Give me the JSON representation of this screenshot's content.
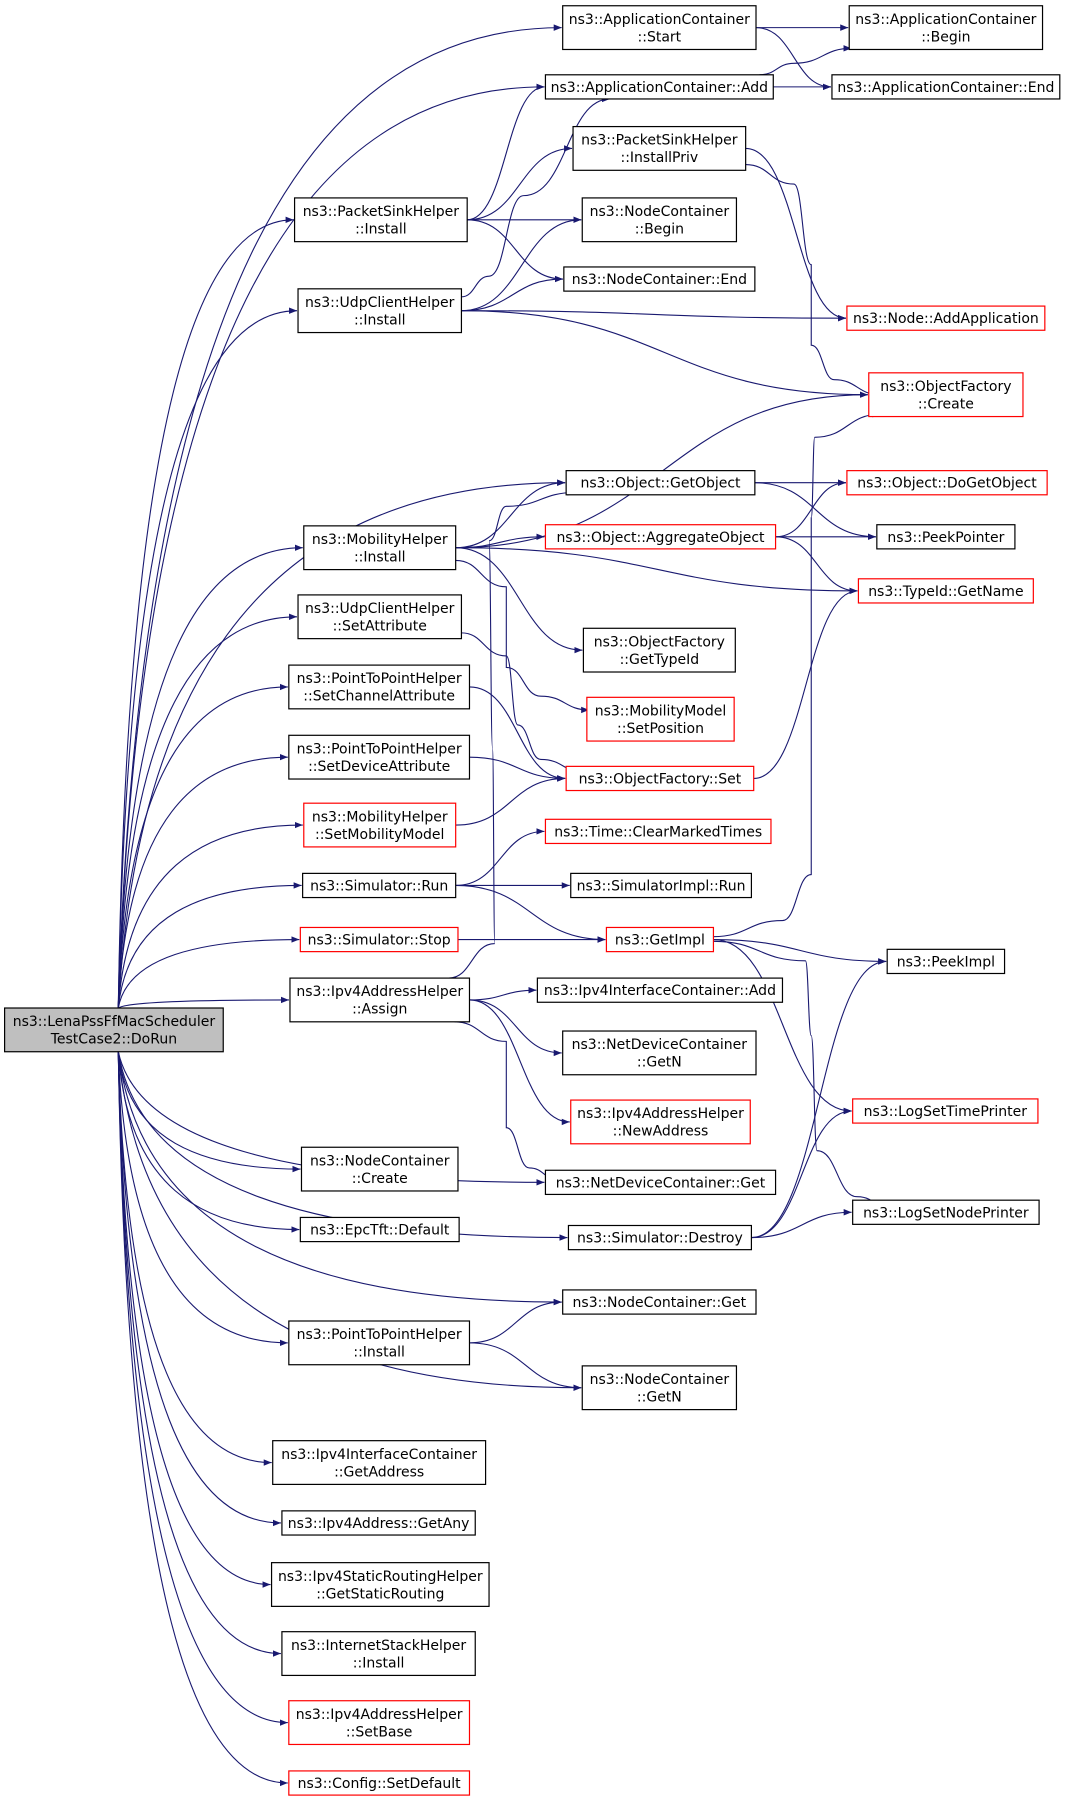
{
  "colors": {
    "edge": "#191970",
    "root_fill": "#bfbfbf",
    "normal_border": "#000000",
    "truncated_border": "#ff0000"
  },
  "nodes": [
    {
      "id": "root",
      "lines": [
        "ns3::LenaPssFfMacScheduler",
        "TestCase2::DoRun"
      ],
      "style": "root"
    },
    {
      "id": "ac_start",
      "lines": [
        "ns3::ApplicationContainer",
        "::Start"
      ],
      "style": "black"
    },
    {
      "id": "ac_begin",
      "lines": [
        "ns3::ApplicationContainer",
        "::Begin"
      ],
      "style": "black"
    },
    {
      "id": "ac_add",
      "lines": [
        "ns3::ApplicationContainer::Add"
      ],
      "style": "black"
    },
    {
      "id": "ac_end",
      "lines": [
        "ns3::ApplicationContainer::End"
      ],
      "style": "black"
    },
    {
      "id": "psh_installpriv",
      "lines": [
        "ns3::PacketSinkHelper",
        "::InstallPriv"
      ],
      "style": "black"
    },
    {
      "id": "psh_install",
      "lines": [
        "ns3::PacketSinkHelper",
        "::Install"
      ],
      "style": "black"
    },
    {
      "id": "nc_begin",
      "lines": [
        "ns3::NodeContainer",
        "::Begin"
      ],
      "style": "black"
    },
    {
      "id": "nc_end",
      "lines": [
        "ns3::NodeContainer::End"
      ],
      "style": "black"
    },
    {
      "id": "uch_install",
      "lines": [
        "ns3::UdpClientHelper",
        "::Install"
      ],
      "style": "black"
    },
    {
      "id": "node_addapp",
      "lines": [
        "ns3::Node::AddApplication"
      ],
      "style": "red"
    },
    {
      "id": "of_create",
      "lines": [
        "ns3::ObjectFactory",
        "::Create"
      ],
      "style": "red"
    },
    {
      "id": "obj_getobject",
      "lines": [
        "ns3::Object::GetObject"
      ],
      "style": "black"
    },
    {
      "id": "obj_dogetobject",
      "lines": [
        "ns3::Object::DoGetObject"
      ],
      "style": "red"
    },
    {
      "id": "mh_install",
      "lines": [
        "ns3::MobilityHelper",
        "::Install"
      ],
      "style": "black"
    },
    {
      "id": "obj_aggregate",
      "lines": [
        "ns3::Object::AggregateObject"
      ],
      "style": "red"
    },
    {
      "id": "peekpointer",
      "lines": [
        "ns3::PeekPointer"
      ],
      "style": "black"
    },
    {
      "id": "typeid_getname",
      "lines": [
        "ns3::TypeId::GetName"
      ],
      "style": "red"
    },
    {
      "id": "uch_setattr",
      "lines": [
        "ns3::UdpClientHelper",
        "::SetAttribute"
      ],
      "style": "black"
    },
    {
      "id": "of_gettypeid",
      "lines": [
        "ns3::ObjectFactory",
        "::GetTypeId"
      ],
      "style": "black"
    },
    {
      "id": "p2p_setchannel",
      "lines": [
        "ns3::PointToPointHelper",
        "::SetChannelAttribute"
      ],
      "style": "black"
    },
    {
      "id": "mm_setpos",
      "lines": [
        "ns3::MobilityModel",
        "::SetPosition"
      ],
      "style": "red"
    },
    {
      "id": "p2p_setdevice",
      "lines": [
        "ns3::PointToPointHelper",
        "::SetDeviceAttribute"
      ],
      "style": "black"
    },
    {
      "id": "of_set",
      "lines": [
        "ns3::ObjectFactory::Set"
      ],
      "style": "red"
    },
    {
      "id": "mh_setmodel",
      "lines": [
        "ns3::MobilityHelper",
        "::SetMobilityModel"
      ],
      "style": "red"
    },
    {
      "id": "time_clear",
      "lines": [
        "ns3::Time::ClearMarkedTimes"
      ],
      "style": "red"
    },
    {
      "id": "sim_run",
      "lines": [
        "ns3::Simulator::Run"
      ],
      "style": "black"
    },
    {
      "id": "simimpl_run",
      "lines": [
        "ns3::SimulatorImpl::Run"
      ],
      "style": "black"
    },
    {
      "id": "sim_stop",
      "lines": [
        "ns3::Simulator::Stop"
      ],
      "style": "red"
    },
    {
      "id": "getimpl",
      "lines": [
        "ns3::GetImpl"
      ],
      "style": "red"
    },
    {
      "id": "peekimpl",
      "lines": [
        "ns3::PeekImpl"
      ],
      "style": "black"
    },
    {
      "id": "ipv4ah_assign",
      "lines": [
        "ns3::Ipv4AddressHelper",
        "::Assign"
      ],
      "style": "black"
    },
    {
      "id": "ipv4ic_add",
      "lines": [
        "ns3::Ipv4InterfaceContainer::Add"
      ],
      "style": "black"
    },
    {
      "id": "ndc_getn",
      "lines": [
        "ns3::NetDeviceContainer",
        "::GetN"
      ],
      "style": "black"
    },
    {
      "id": "ipv4ah_newaddr",
      "lines": [
        "ns3::Ipv4AddressHelper",
        "::NewAddress"
      ],
      "style": "red"
    },
    {
      "id": "logsettime",
      "lines": [
        "ns3::LogSetTimePrinter"
      ],
      "style": "red"
    },
    {
      "id": "nc_create",
      "lines": [
        "ns3::NodeContainer",
        "::Create"
      ],
      "style": "black"
    },
    {
      "id": "ndc_get",
      "lines": [
        "ns3::NetDeviceContainer::Get"
      ],
      "style": "black"
    },
    {
      "id": "epctft_default",
      "lines": [
        "ns3::EpcTft::Default"
      ],
      "style": "black"
    },
    {
      "id": "sim_destroy",
      "lines": [
        "ns3::Simulator::Destroy"
      ],
      "style": "black"
    },
    {
      "id": "logsetnode",
      "lines": [
        "ns3::LogSetNodePrinter"
      ],
      "style": "black"
    },
    {
      "id": "nc_get",
      "lines": [
        "ns3::NodeContainer::Get"
      ],
      "style": "black"
    },
    {
      "id": "p2p_install",
      "lines": [
        "ns3::PointToPointHelper",
        "::Install"
      ],
      "style": "black"
    },
    {
      "id": "nc_getn",
      "lines": [
        "ns3::NodeContainer",
        "::GetN"
      ],
      "style": "black"
    },
    {
      "id": "ipv4ic_getaddr",
      "lines": [
        "ns3::Ipv4InterfaceContainer",
        "::GetAddress"
      ],
      "style": "black"
    },
    {
      "id": "ipv4addr_getany",
      "lines": [
        "ns3::Ipv4Address::GetAny"
      ],
      "style": "black"
    },
    {
      "id": "ipv4srh_get",
      "lines": [
        "ns3::Ipv4StaticRoutingHelper",
        "::GetStaticRouting"
      ],
      "style": "black"
    },
    {
      "id": "ish_install",
      "lines": [
        "ns3::InternetStackHelper",
        "::Install"
      ],
      "style": "black"
    },
    {
      "id": "ipv4ah_setbase",
      "lines": [
        "ns3::Ipv4AddressHelper",
        "::SetBase"
      ],
      "style": "red"
    },
    {
      "id": "config_setdefault",
      "lines": [
        "ns3::Config::SetDefault"
      ],
      "style": "red"
    }
  ]
}
